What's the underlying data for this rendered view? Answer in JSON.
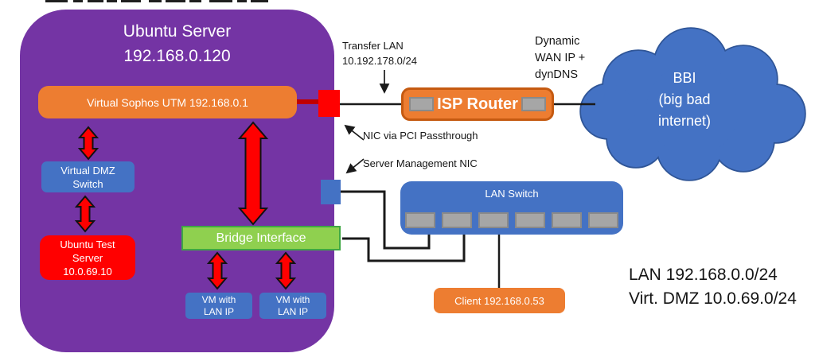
{
  "diagram": {
    "ubuntu_server": {
      "title_line1": "Ubuntu Server",
      "title_line2": "192.168.0.120"
    },
    "sophos": {
      "label": "Virtual Sophos UTM 192.168.0.1"
    },
    "dmz_switch": {
      "line1": "Virtual DMZ",
      "line2": "Switch"
    },
    "test_server": {
      "line1": "Ubuntu Test",
      "line2": "Server",
      "line3": "10.0.69.10"
    },
    "bridge": {
      "label": "Bridge Interface"
    },
    "vm_left": {
      "line1": "VM with",
      "line2": "LAN IP"
    },
    "vm_right": {
      "line1": "VM with",
      "line2": "LAN IP"
    },
    "transfer_lan": {
      "line1": "Transfer LAN",
      "line2": "10.192.178.0/24"
    },
    "isp_router": {
      "label": "ISP Router"
    },
    "dynamic_wan": {
      "line1": "Dynamic",
      "line2": "WAN IP +",
      "line3": "dynDNS"
    },
    "cloud": {
      "line1": "BBI",
      "line2": "(big bad",
      "line3": "internet)"
    },
    "annotations": {
      "nic_pci": "NIC via PCI Passthrough",
      "server_mgmt": "Server Management NIC"
    },
    "lan_switch": {
      "label": "LAN Switch",
      "port_count": 6
    },
    "client": {
      "label": "Client 192.168.0.53"
    },
    "subnets": {
      "line1": "LAN 192.168.0.0/24",
      "line2": "Virt. DMZ 10.0.69.0/24"
    },
    "colors": {
      "purple": "#7434A4",
      "orange": "#ED7D31",
      "orange_border": "#C55A11",
      "blue": "#4472C4",
      "green": "#8FD04F",
      "green_border": "#3FA744",
      "red": "#FF0000",
      "dark_red": "#C00000",
      "gray": "#A6A6A6",
      "gray_border": "#8A8A8A",
      "cloud_border": "#2F5597",
      "line": "#1A1A1A"
    }
  }
}
